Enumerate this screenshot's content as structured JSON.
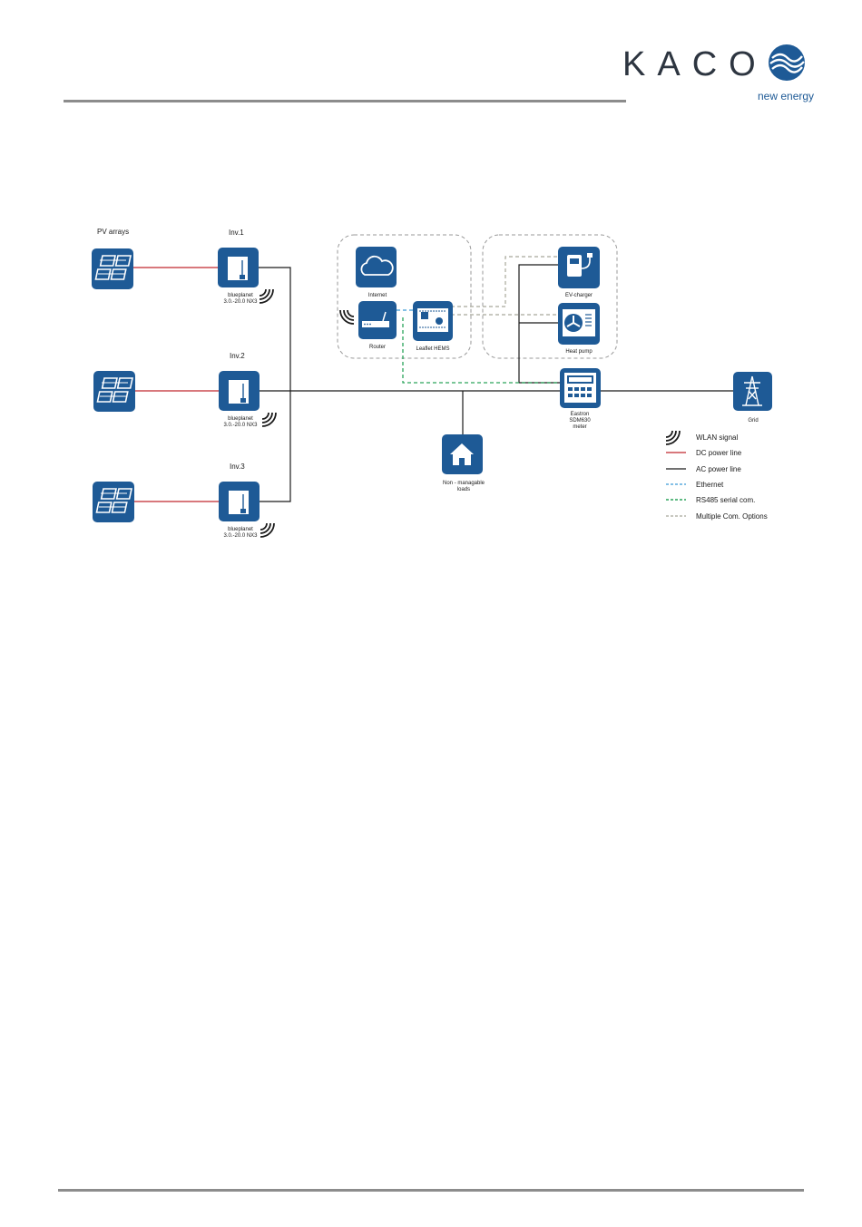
{
  "brand": {
    "name": "KACO",
    "tagline": "new energy",
    "color": "#1e5a96"
  },
  "colors": {
    "icon_blue": "#1e5a96",
    "dc_line": "#c0282d",
    "ac_line": "#1a1a1a",
    "ethernet": "#3a9ad6",
    "rs485": "#2aa45a",
    "multi": "#a8a89a"
  },
  "diagram": {
    "pv_header": "PV arrays",
    "inverters": [
      {
        "label": "Inv.1",
        "model_line1": "blueplanet",
        "model_line2": "3.0.-20.0 NX3"
      },
      {
        "label": "Inv.2",
        "model_line1": "blueplanet",
        "model_line2": "3.0.-20.0 NX3"
      },
      {
        "label": "Inv.3",
        "model_line1": "blueplanet",
        "model_line2": "3.0.-20.0 NX3"
      }
    ],
    "internet": "Internet",
    "router": "Router",
    "hems": "Leaflet HEMS",
    "ev_charger": "EV-charger",
    "heat_pump": "Heat pump",
    "meter_line1": "Eastron",
    "meter_line2": "SDM630",
    "meter_line3": "meter",
    "loads_line1": "Non - managable",
    "loads_line2": "loads",
    "grid": "Grid"
  },
  "legend": [
    {
      "label": "WLAN signal",
      "icon": "wlan-icon"
    },
    {
      "label": "DC power line",
      "style": "solid-red"
    },
    {
      "label": "AC power line",
      "style": "solid-black"
    },
    {
      "label": "Ethernet",
      "style": "dashed-blue"
    },
    {
      "label": "RS485 serial com.",
      "style": "dashed-green"
    },
    {
      "label": "Multiple Com. Options",
      "style": "dashed-grey"
    }
  ]
}
